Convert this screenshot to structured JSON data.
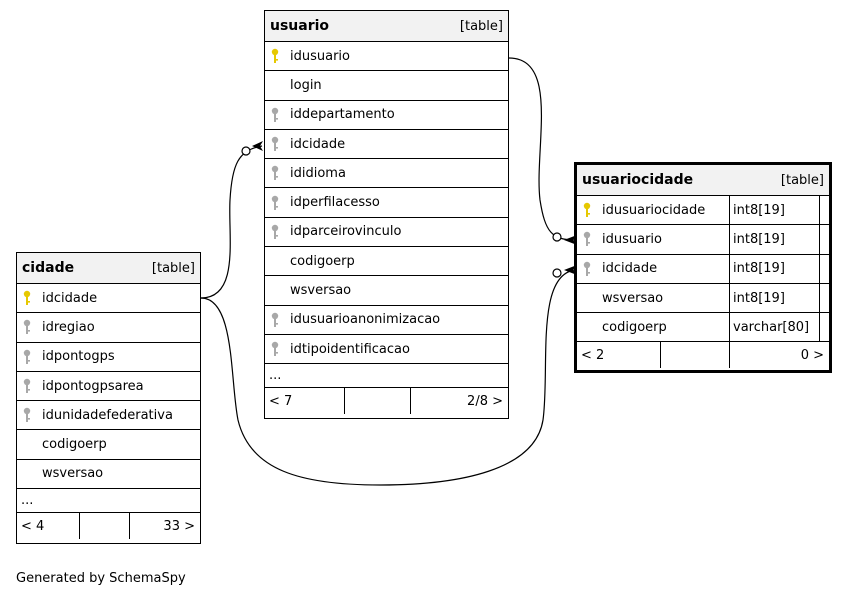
{
  "tables": {
    "usuario": {
      "name": "usuario",
      "kind": "[table]",
      "columns": [
        {
          "name": "idusuario",
          "key": "primary"
        },
        {
          "name": "login",
          "key": "none"
        },
        {
          "name": "iddepartamento",
          "key": "foreign"
        },
        {
          "name": "idcidade",
          "key": "foreign"
        },
        {
          "name": "ididioma",
          "key": "foreign"
        },
        {
          "name": "idperfilacesso",
          "key": "foreign"
        },
        {
          "name": "idparceirovinculo",
          "key": "foreign"
        },
        {
          "name": "codigoerp",
          "key": "none"
        },
        {
          "name": "wsversao",
          "key": "none"
        },
        {
          "name": "idusuarioanonimizacao",
          "key": "foreign"
        },
        {
          "name": "idtipoidentificacao",
          "key": "foreign"
        }
      ],
      "more": "...",
      "footer": {
        "left": "< 7",
        "right": "2/8 >"
      }
    },
    "cidade": {
      "name": "cidade",
      "kind": "[table]",
      "columns": [
        {
          "name": "idcidade",
          "key": "primary"
        },
        {
          "name": "idregiao",
          "key": "foreign"
        },
        {
          "name": "idpontogps",
          "key": "foreign"
        },
        {
          "name": "idpontogpsarea",
          "key": "foreign"
        },
        {
          "name": "idunidadefederativa",
          "key": "foreign"
        },
        {
          "name": "codigoerp",
          "key": "none"
        },
        {
          "name": "wsversao",
          "key": "none"
        }
      ],
      "more": "...",
      "footer": {
        "left": "< 4",
        "right": "33 >"
      }
    },
    "usuariocidade": {
      "name": "usuariocidade",
      "kind": "[table]",
      "columns": [
        {
          "name": "idusuariocidade",
          "key": "primary",
          "type": "int8[19]"
        },
        {
          "name": "idusuario",
          "key": "foreign",
          "type": "int8[19]"
        },
        {
          "name": "idcidade",
          "key": "foreign",
          "type": "int8[19]"
        },
        {
          "name": "wsversao",
          "key": "none",
          "type": "int8[19]"
        },
        {
          "name": "codigoerp",
          "key": "none",
          "type": "varchar[80]"
        }
      ],
      "footer": {
        "left": "< 2",
        "right": "0 >"
      }
    }
  },
  "colors": {
    "primary_key": "#e6c800",
    "foreign_key": "#a8a8a8",
    "header_bg": "#f2f2f2"
  },
  "credit": "Generated by SchemaSpy"
}
